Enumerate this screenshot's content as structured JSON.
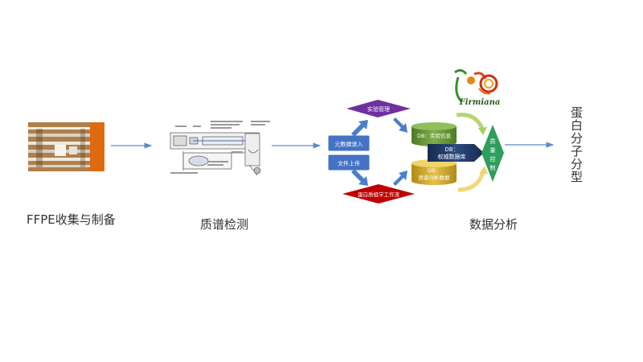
{
  "steps": {
    "ffpe": "FFPE收集与制备",
    "ms": "质谱检测",
    "analysis": "数据分析",
    "result": "蛋白分子分型"
  },
  "analysis_flow": {
    "left_boxes": [
      "元数据录入",
      "文件上传"
    ],
    "top_diamond": "实验管理",
    "bottom_diamond": "蛋白质组学工作流",
    "db_top": "DB：实验信息",
    "db_mid_title": "DB：",
    "db_mid_sub": "权威数据库",
    "db_bottom_title": "DB：",
    "db_bottom_sub": "质谱分析数据",
    "qc": "质量控制",
    "logo": "Firmiana"
  },
  "colors": {
    "arrow": "#5b8bc7",
    "blue_box": "#4472c4",
    "purple": "#7030a0",
    "red": "#c00000",
    "db_green": "#5a8a2c",
    "db_navy": "#1f3864",
    "db_gold": "#c9a227",
    "qc_green": "#2e9e5b"
  }
}
